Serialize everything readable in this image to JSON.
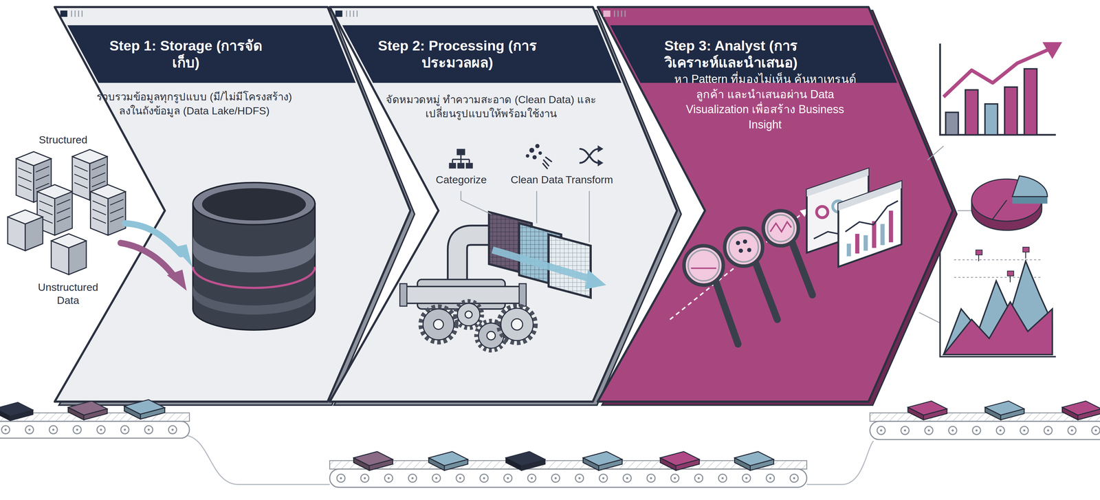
{
  "diagram": {
    "nodes": [
      {
        "text": [
          "Step 1: Storage (การจัดเก็บ)",
          "รวบรวมข้อมูลทุกรูปแบบ (มี/ไม่มีโครงสร้าง) ลงในถังข้อมูล (Data Lake/HDFS)"
        ]
      },
      {
        "text": [
          "Step 2: Processing (การประมวลผล)",
          "จัดหมวดหมู่ ทำความสะอาด (Clean Data) และเปลี่ยนรูปแบบให้พร้อมใช้งาน"
        ]
      },
      {
        "text": [
          "Step 3: Analyst (การวิเคราะห์และนำเสนอ)",
          "หา Pattern ที่มองไม่เห็น ค้นหาเทรนด์ลูกค้า และนำเสนอผ่าน Data Visualization เพื่อสร้าง Business Insight"
        ]
      }
    ],
    "labels": [
      "Structured",
      "Unstructured Data",
      "Categorize",
      "Clean Data",
      "Transform"
    ]
  }
}
